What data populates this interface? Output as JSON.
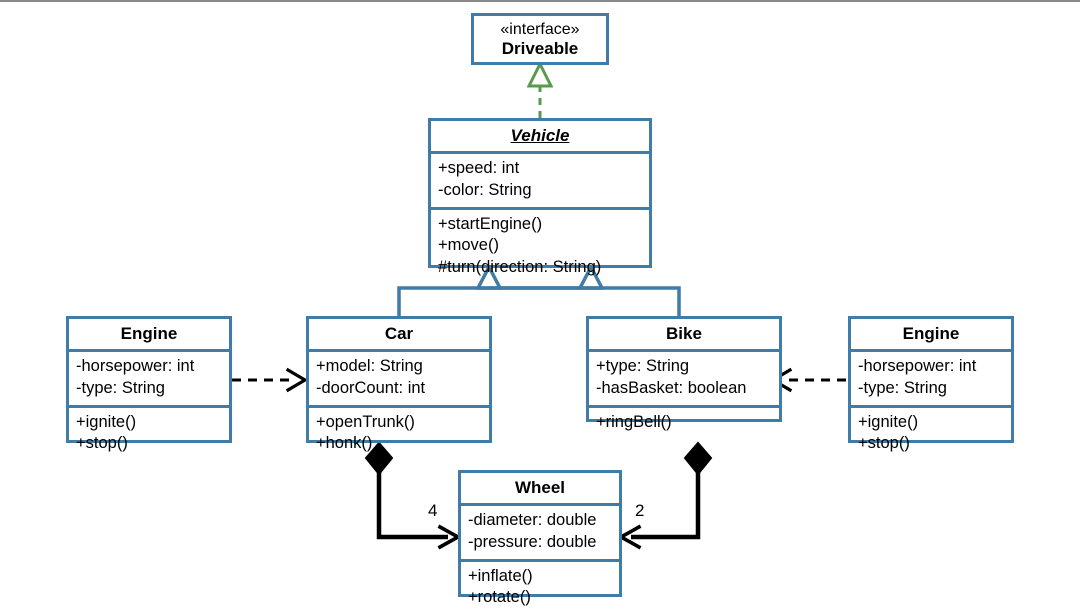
{
  "diagram": {
    "title": "UML Class Diagram",
    "type": "uml-class-diagram",
    "background": "#ffffff",
    "class_border_color": "#3f7ca8",
    "generalization_color": "#3f7ca8",
    "realization_color": "#5a9a4e",
    "dependency_color": "#000000",
    "composition_color": "#000000"
  },
  "classes": {
    "driveable": {
      "stereotype": "«interface»",
      "name": "Driveable",
      "attributes": [],
      "methods": []
    },
    "vehicle": {
      "name": "Vehicle",
      "abstract": true,
      "attributes": [
        "+speed: int",
        "-color: String"
      ],
      "methods": [
        "+startEngine()",
        "+move()",
        "#turn(direction: String)"
      ]
    },
    "engine_left": {
      "name": "Engine",
      "attributes": [
        "-horsepower: int",
        "-type: String"
      ],
      "methods": [
        "+ignite()",
        "+stop()"
      ]
    },
    "car": {
      "name": "Car",
      "attributes": [
        "+model: String",
        "-doorCount: int"
      ],
      "methods": [
        "+openTrunk()",
        "+honk()"
      ]
    },
    "bike": {
      "name": "Bike",
      "attributes": [
        "+type: String",
        "-hasBasket: boolean"
      ],
      "methods": [
        "+ringBell()"
      ]
    },
    "engine_right": {
      "name": "Engine",
      "attributes": [
        "-horsepower: int",
        "-type: String"
      ],
      "methods": [
        "+ignite()",
        "+stop()"
      ]
    },
    "wheel": {
      "name": "Wheel",
      "attributes": [
        "-diameter: double",
        "-pressure: double"
      ],
      "methods": [
        "+inflate()",
        "+rotate()"
      ]
    }
  },
  "relationships": [
    {
      "id": "rel-realization-vehicle-driveable",
      "kind": "realization",
      "from": "Vehicle",
      "to": "Driveable",
      "line": "dashed",
      "arrowhead": "hollow-triangle",
      "color": "#5a9a4e",
      "label": ""
    },
    {
      "id": "rel-generalization-car-vehicle",
      "kind": "generalization",
      "from": "Car",
      "to": "Vehicle",
      "line": "solid",
      "arrowhead": "hollow-triangle",
      "color": "#3f7ca8",
      "label": ""
    },
    {
      "id": "rel-generalization-bike-vehicle",
      "kind": "generalization",
      "from": "Bike",
      "to": "Vehicle",
      "line": "solid",
      "arrowhead": "hollow-triangle",
      "color": "#3f7ca8",
      "label": ""
    },
    {
      "id": "rel-dependency-engineleft-car",
      "kind": "dependency",
      "from": "Engine",
      "to": "Car",
      "line": "dashed",
      "arrowhead": "open-arrow",
      "color": "#000000",
      "label": ""
    },
    {
      "id": "rel-dependency-engineright-bike",
      "kind": "dependency",
      "from": "Engine",
      "to": "Bike",
      "line": "dashed",
      "arrowhead": "open-arrow",
      "color": "#000000",
      "label": ""
    },
    {
      "id": "rel-composition-car-wheel",
      "kind": "composition",
      "from": "Car",
      "to": "Wheel",
      "line": "solid",
      "arrowhead": "open-arrow",
      "sourcedecoration": "filled-diamond",
      "color": "#000000",
      "label": "4"
    },
    {
      "id": "rel-composition-bike-wheel",
      "kind": "composition",
      "from": "Bike",
      "to": "Wheel",
      "line": "solid",
      "arrowhead": "open-arrow",
      "sourcedecoration": "filled-diamond",
      "color": "#000000",
      "label": "2"
    }
  ],
  "multiplicities": {
    "car_wheel": "4",
    "bike_wheel": "2"
  }
}
